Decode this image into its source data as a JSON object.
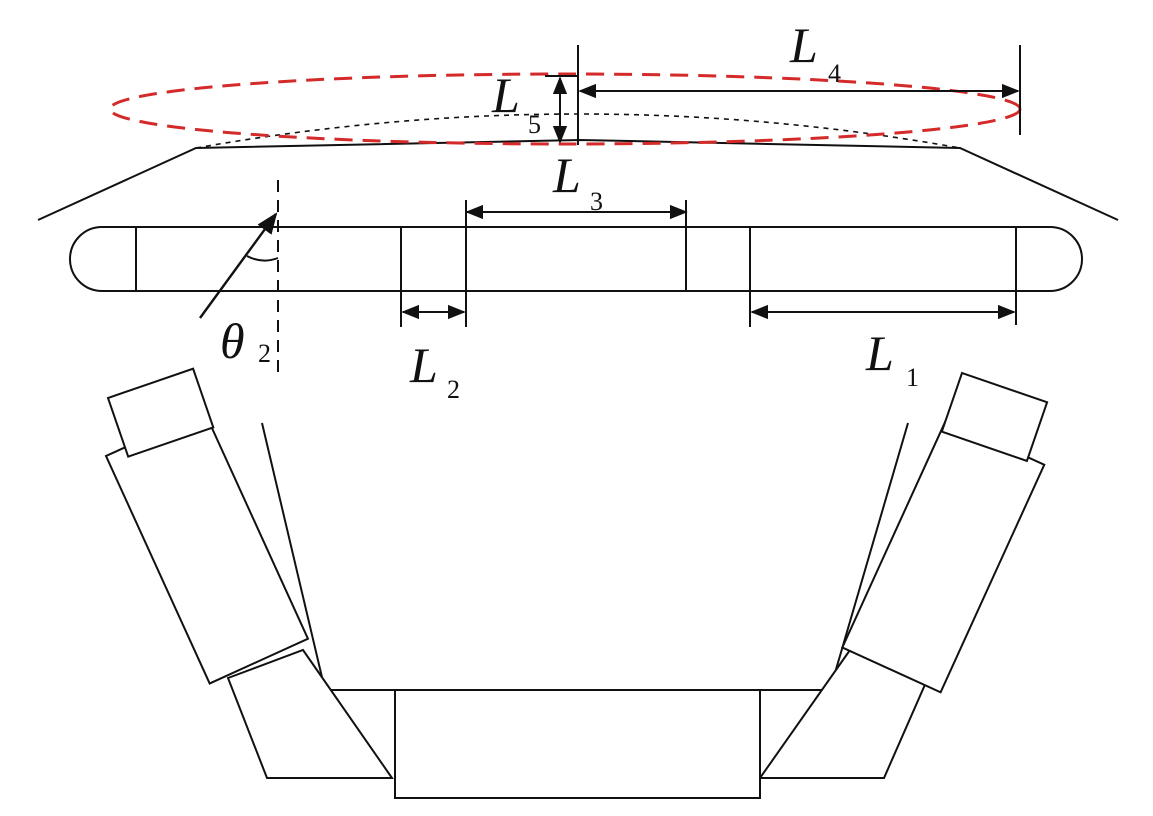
{
  "diagram": {
    "labels": {
      "L1": {
        "main": "L",
        "sub": "1"
      },
      "L2": {
        "main": "L",
        "sub": "2"
      },
      "L3": {
        "main": "L",
        "sub": "3"
      },
      "L4": {
        "main": "L",
        "sub": "4"
      },
      "L5": {
        "main": "L",
        "sub": "5"
      },
      "theta2": {
        "main": "θ",
        "sub": "2"
      }
    },
    "colors": {
      "line": "#111111",
      "ellipse": "#d42a2a",
      "background": "#ffffff"
    }
  }
}
